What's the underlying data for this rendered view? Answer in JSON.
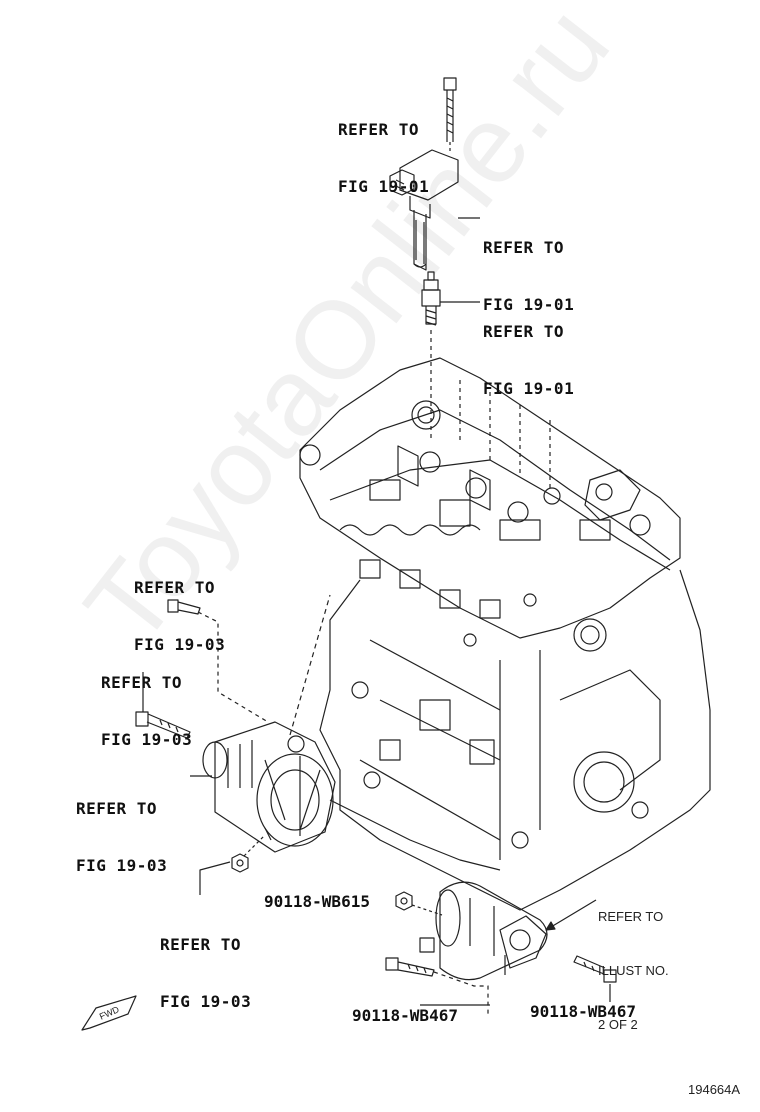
{
  "callouts": {
    "bolt_top": [
      "REFER TO",
      "FIG 19-01"
    ],
    "coil": [
      "REFER TO",
      "FIG 19-01"
    ],
    "spark_plug": [
      "REFER TO",
      "FIG 19-01"
    ],
    "alt_bolt_upper": [
      "REFER TO",
      "FIG 19-03"
    ],
    "alt_bolt_lower": [
      "REFER TO",
      "FIG 19-03"
    ],
    "alternator": [
      "REFER TO",
      "FIG 19-03"
    ],
    "alt_nut": [
      "REFER TO",
      "FIG 19-03"
    ]
  },
  "part_numbers": {
    "starter_nut": "90118-WB615",
    "starter_bolt_left": "90118-WB467",
    "starter_bolt_right": "90118-WB467"
  },
  "starter_note": [
    "REFER TO",
    "ILLUST NO.",
    "2 OF 2"
  ],
  "fwd_label": "FWD",
  "figure_id": "194664A",
  "watermark": "ToyotaOnline.ru"
}
